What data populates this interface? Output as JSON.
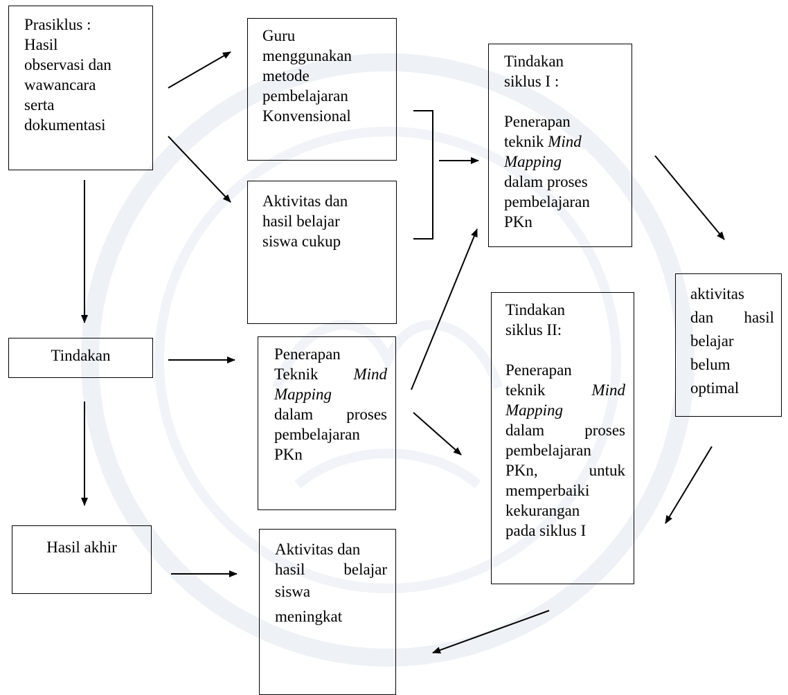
{
  "diagram": {
    "watermark": {
      "name": "university-seal-watermark"
    },
    "nodes": {
      "prasiklus": [
        "Prasiklus :",
        "Hasil",
        "observasi dan",
        "wawancara",
        "serta",
        "dokumentasi"
      ],
      "guru": [
        "Guru",
        "menggunakan",
        "metode",
        "pembelajaran",
        "Konvensional"
      ],
      "aktivitas_cukup": [
        "Aktivitas dan",
        "hasil belajar",
        "siswa cukup"
      ],
      "tindakan": [
        "Tindakan"
      ],
      "penerapan": [
        "Penerapan",
        "Teknik",
        "Mind",
        "Mapping",
        "dalam proses",
        "pembelajaran",
        "PKn"
      ],
      "hasil_akhir": [
        "Hasil akhir"
      ],
      "aktivitas_meningkat": [
        "Aktivitas dan",
        "hasil belajar",
        "siswa",
        "meningkat"
      ],
      "siklus1": [
        "Tindakan",
        "siklus I :",
        "Penerapan",
        "teknik",
        "Mind",
        "Mapping",
        "dalam proses",
        "pembelajaran",
        "PKn"
      ],
      "siklus2": [
        "Tindakan",
        "siklus II:",
        "Penerapan",
        "teknik",
        "Mind",
        "Mapping",
        "dalam proses",
        "pembelajaran",
        "PKn,",
        "untuk",
        "memperbaiki",
        "kekurangan",
        "pada siklus I"
      ],
      "belum_optimal": [
        "aktivitas",
        "dan hasil",
        "belajar",
        "belum",
        "optimal"
      ]
    }
  }
}
